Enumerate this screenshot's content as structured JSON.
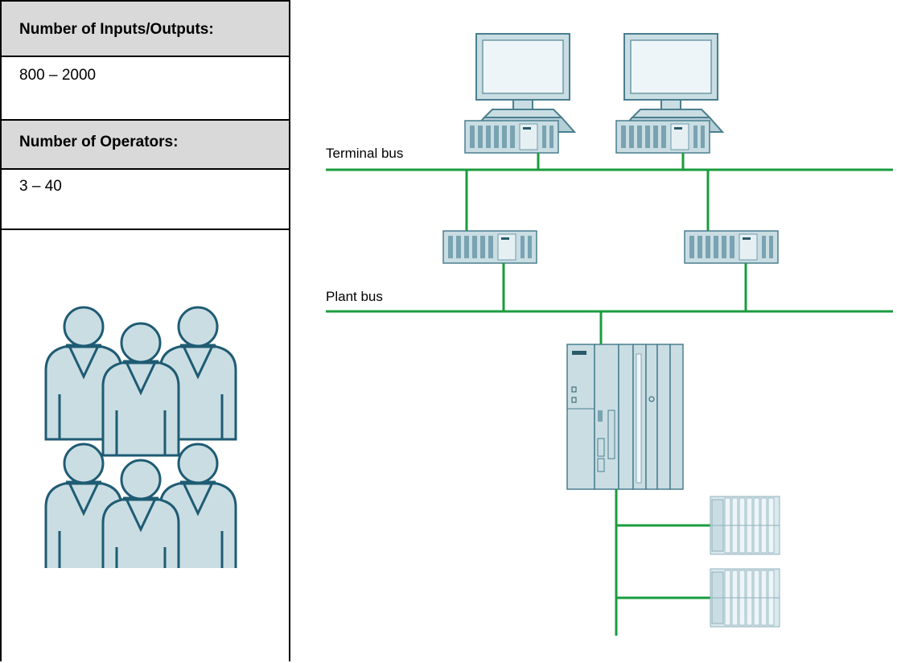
{
  "left_panel": {
    "io_heading": "Number of Inputs/Outputs:",
    "io_value": "800 – 2000",
    "operators_heading": "Number of Operators:",
    "operators_value": "3 – 40"
  },
  "diagram": {
    "terminal_bus_label": "Terminal bus",
    "plant_bus_label": "Plant bus"
  },
  "colors": {
    "bus_line": "#1a9c3e",
    "device_fill": "#c9dde3",
    "device_stroke": "#4a7f8f",
    "header_bg": "#d9d9d9"
  }
}
